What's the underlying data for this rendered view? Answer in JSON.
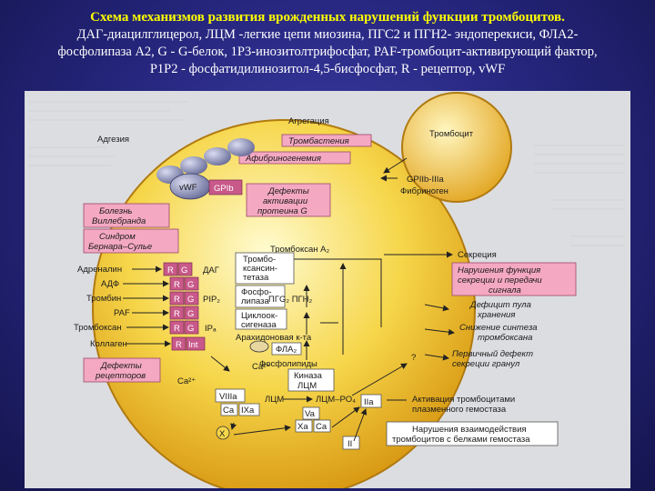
{
  "caption": {
    "title": "Схема механизмов развития врожденных нарушений функции тромбоцитов.",
    "line2": "ДАГ-диацилглицерол, ЛЦМ -легкие цепи миозина, ПГС2 и ПГН2- эндоперекиси, ФЛА2-",
    "line3": "фосфолипаза А2, G - G-белок, 1Р3-инозитолтрифосфат, PAF-тромбоцит-активирующий фактор,",
    "line4": "Р1Р2 - фосфатидилинозитол-4,5-бисфосфат, R - рецептор, vWF"
  },
  "diagram": {
    "agregacia": "Агрегация",
    "adgezia": "Адгезия",
    "trombocit": "Тромбоцит",
    "trombastenia": "Тромбастения",
    "afibrinogenemia": "Афибриногенемия",
    "gp2b3a": "GPIIb-IIIa",
    "fibrinogen": "Фибриноген",
    "vwf": "vWF",
    "gp1b": "GPIb",
    "defect_activation": [
      "Дефекты",
      "активации",
      "протеина G"
    ],
    "willebrand": [
      "Болезнь",
      "Виллебранда"
    ],
    "bernard": [
      "Синдром",
      "Бернара–Сулье"
    ],
    "tromboxan_a2": "Тромбоксан А₂",
    "secrecia": "Секреция",
    "secretion_defect": [
      "Нарушения функция",
      "секреции и передачи",
      "сигнала"
    ],
    "pool_deficit": [
      "Дефицит пула",
      "хранения"
    ],
    "synth_decrease": [
      "Снижение синтеза",
      "тромбоксана"
    ],
    "primary_defect": [
      "Первичный дефект",
      "секреции гранул"
    ],
    "agonists": [
      "Адреналин",
      "АДФ",
      "Тромбин",
      "PAF",
      "Тромбоксан",
      "Коллаген"
    ],
    "dag": "ДАГ",
    "pip2": "PIP₂",
    "ip3": "IPₐ",
    "synthase": [
      "Тромбо-",
      "ксансин-",
      "тетаза"
    ],
    "phospholipase": [
      "Фосфо-",
      "липаза"
    ],
    "pg": "ПГG₂ ПГН₂",
    "cyclooxygenase": [
      "Циклоок-",
      "сигеназа"
    ],
    "arachidonic": "Арахидоновая к-та",
    "fla2": "ФЛА₂",
    "phospholipids": "Фосфолипиды",
    "receptor_defects": [
      "Дефекты",
      "рецепторов"
    ],
    "ca2": "Ca²⁺",
    "kinase": [
      "Киназа",
      "ЛЦМ"
    ],
    "lcm": "ЛЦМ",
    "lcm_po4": "ЛЦМ–PO₄",
    "activation_text": [
      "Активация тромбоцитами",
      "плазменного гемостаза"
    ],
    "interaction_text": [
      "Нарушения взаимодействия",
      "тромбоцитов с белками гемостаза"
    ],
    "viii": "VIIIa",
    "ca": "Ca",
    "ixa": "IXa",
    "va": "Va",
    "xa": "Xa",
    "ii": "II",
    "iia": "IIa",
    "question": "?",
    "x_mark": "X"
  }
}
